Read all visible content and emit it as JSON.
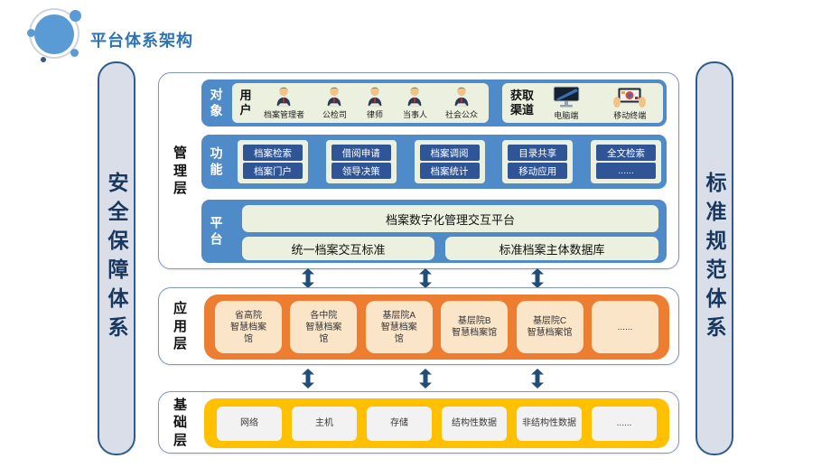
{
  "header": {
    "title": "平台体系架构"
  },
  "pillars": {
    "left": "安全保障体系",
    "right": "标准规范体系"
  },
  "layers": {
    "management": {
      "label": "管理层",
      "objects": {
        "label": "对象",
        "users": {
          "label": "用户",
          "items": [
            {
              "label": "档案管理者",
              "icon": "person-icon"
            },
            {
              "label": "公检司",
              "icon": "person-icon"
            },
            {
              "label": "律师",
              "icon": "person-icon"
            },
            {
              "label": "当事人",
              "icon": "person-icon"
            },
            {
              "label": "社会公众",
              "icon": "person-icon"
            }
          ]
        },
        "channels": {
          "label": "获取渠道",
          "items": [
            {
              "label": "电脑端",
              "icon": "monitor-icon"
            },
            {
              "label": "移动终端",
              "icon": "tablet-icon"
            }
          ]
        }
      },
      "functions": {
        "label": "功能",
        "panels": [
          {
            "top": "档案检索",
            "bottom": "档案门户"
          },
          {
            "top": "借阅申请",
            "bottom": "领导决策"
          },
          {
            "top": "档案调阅",
            "bottom": "档案统计"
          },
          {
            "top": "目录共享",
            "bottom": "移动应用"
          },
          {
            "top": "全文检索",
            "bottom": "......"
          }
        ]
      },
      "platform": {
        "label": "平台",
        "main": "档案数字化管理交互平台",
        "sub_left": "统一档案交互标准",
        "sub_right": "标准档案主体数据库"
      }
    },
    "application": {
      "label": "应用层",
      "items": [
        "省高院\n智慧档案\n馆",
        "各中院\n智慧档案\n馆",
        "基层院A\n智慧档案\n馆",
        "基层院B\n智慧档案馆",
        "基层院C\n智慧档案馆",
        "......"
      ]
    },
    "foundation": {
      "label": "基础层",
      "items": [
        "网络",
        "主机",
        "存储",
        "结构性数据",
        "非结构性数据",
        "......"
      ]
    }
  },
  "colors": {
    "title_blue": "#2e74b5",
    "pillar_fill": "#d9dee8",
    "pillar_border": "#2e5c8a",
    "row_blue": "#4e8bc8",
    "box_green": "#ebf1de",
    "button_navy": "#2f5597",
    "application_orange": "#ed7d31",
    "application_cream": "#fbe5c9",
    "foundation_yellow": "#ffc000",
    "foundation_gray": "#f2f2f2",
    "arrow_navy": "#1f4e79"
  }
}
